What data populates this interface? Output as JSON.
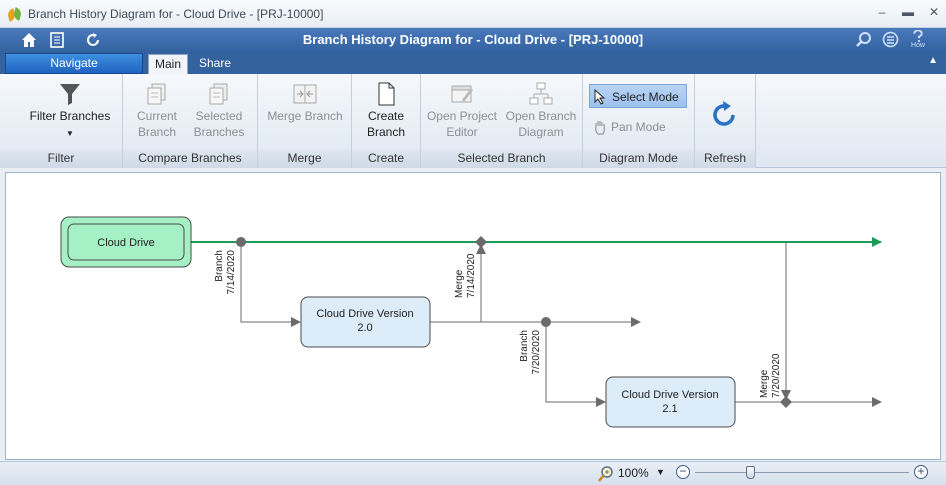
{
  "window": {
    "title": "Branch History Diagram for - Cloud Drive - [PRJ-10000]"
  },
  "header": {
    "title": "Branch History Diagram for - Cloud Drive - [PRJ-10000]",
    "icons": [
      "home-icon",
      "document-icon",
      "refresh-icon",
      "search-icon",
      "settings-icon",
      "help-icon"
    ],
    "how_label": "How"
  },
  "tabs": {
    "navigate_label": "Navigate",
    "items": [
      {
        "label": "Main",
        "active": true
      },
      {
        "label": "Share",
        "active": false
      }
    ]
  },
  "ribbon": {
    "filter": {
      "group_label": "Filter",
      "filter_branches_label": "Filter Branches"
    },
    "compare": {
      "group_label": "Compare Branches",
      "current_line1": "Current",
      "current_line2": "Branch",
      "selected_line1": "Selected",
      "selected_line2": "Branches"
    },
    "merge": {
      "group_label": "Merge",
      "merge_branch_label": "Merge Branch"
    },
    "create": {
      "group_label": "Create",
      "create_line1": "Create",
      "create_line2": "Branch"
    },
    "selected_branch": {
      "group_label": "Selected Branch",
      "open_project_line1": "Open Project",
      "open_project_line2": "Editor",
      "open_diagram_line1": "Open Branch",
      "open_diagram_line2": "Diagram"
    },
    "diagram_mode": {
      "group_label": "Diagram Mode",
      "select_mode_label": "Select Mode",
      "pan_mode_label": "Pan Mode"
    },
    "refresh": {
      "group_label": "Refresh"
    }
  },
  "diagram": {
    "main_branch": "Cloud Drive",
    "branch_2_0_line1": "Cloud Drive Version",
    "branch_2_0_line2": "2.0",
    "branch_2_1_line1": "Cloud Drive Version",
    "branch_2_1_line2": "2.1",
    "events": [
      {
        "type": "Branch",
        "date": "7/14/2020"
      },
      {
        "type": "Merge",
        "date": "7/14/2020"
      },
      {
        "type": "Branch",
        "date": "7/20/2020"
      },
      {
        "type": "Merge",
        "date": "7/20/2020"
      }
    ],
    "colors": {
      "main_line": "#1e9a57",
      "main_box_fill": "#a6f0c6",
      "branch_box_fill": "#dcecf8",
      "connector": "#6b6b6b"
    }
  },
  "status": {
    "zoom_value": "100%"
  }
}
